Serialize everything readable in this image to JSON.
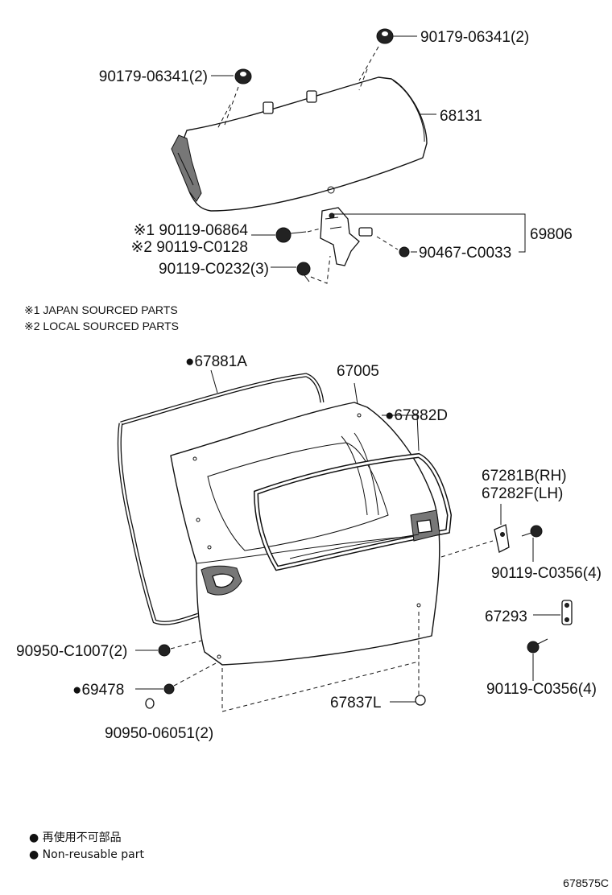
{
  "parts": {
    "p_90179_tr": "90179-06341(2)",
    "p_90179_tl": "90179-06341(2)",
    "p_68131": "68131",
    "p_90119_06864": "※1 90119-06864",
    "p_90119_c0128": "※2 90119-C0128",
    "p_69806": "69806",
    "p_90467": "90467-C0033",
    "p_90119_c0232": "90119-C0232(3)",
    "p_67881a": "●67881A",
    "p_67005": "67005",
    "p_67882d": "●67882D",
    "p_67281b": "67281B(RH)",
    "p_67282f": "67282F(LH)",
    "p_90119_c0356_a": "90119-C0356(4)",
    "p_67293": "67293",
    "p_90950_c1007": "90950-C1007(2)",
    "p_90119_c0356_b": "90119-C0356(4)",
    "p_69478": "●69478",
    "p_67837l": "67837L",
    "p_90950_06051": "90950-06051(2)"
  },
  "notes": {
    "note1": "※1 JAPAN SOURCED PARTS",
    "note2": "※2 LOCAL SOURCED PARTS"
  },
  "legend": {
    "jp": "● 再使用不可部品",
    "en": "● Non-reusable part"
  },
  "figure_code": "678575C"
}
